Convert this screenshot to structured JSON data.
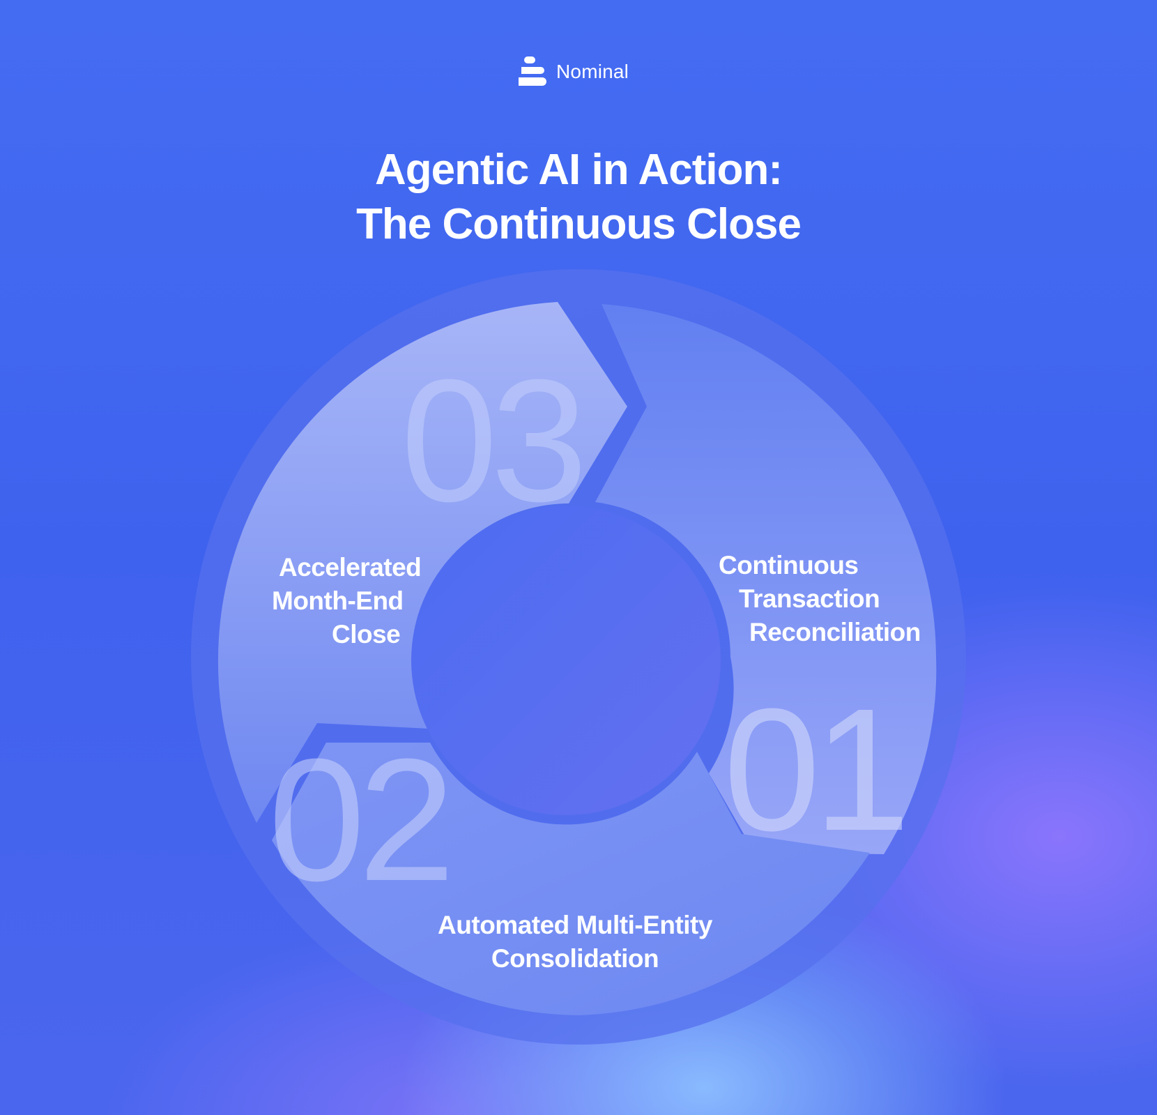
{
  "brand": {
    "name": "Nominal",
    "icon": "nominal-logo-icon"
  },
  "title": {
    "line1": "Agentic AI in Action:",
    "line2": "The Continuous Close"
  },
  "steps": [
    {
      "number": "01",
      "lines": [
        "Continuous",
        "Transaction",
        "Reconciliation"
      ]
    },
    {
      "number": "02",
      "lines": [
        "Automated Multi-Entity",
        "Consolidation"
      ]
    },
    {
      "number": "03",
      "lines": [
        "Accelerated",
        "Month-End",
        "Close"
      ]
    }
  ]
}
